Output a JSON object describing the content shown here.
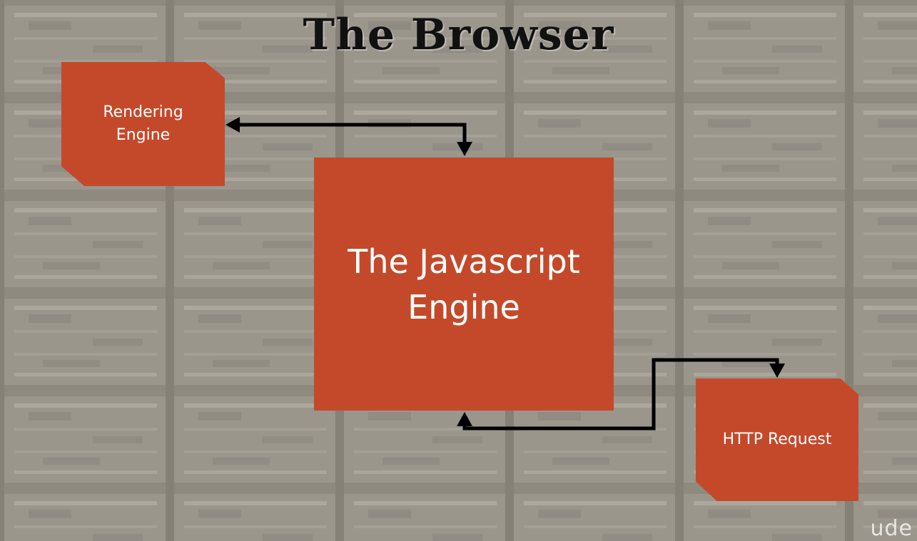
{
  "slide": {
    "title": "The Browser",
    "background_color": "#8e8a80",
    "box_color": "#c4492a",
    "arrow_color": "#000000"
  },
  "nodes": {
    "rendering_engine": {
      "line1": "Rendering",
      "line2": "Engine"
    },
    "javascript_engine": {
      "line1": "The Javascript",
      "line2": "Engine"
    },
    "http_request": {
      "label": "HTTP Request"
    }
  },
  "edges": [
    {
      "from": "rendering_engine",
      "to": "javascript_engine",
      "direction": "bidirectional"
    },
    {
      "from": "javascript_engine",
      "to": "http_request",
      "direction": "bidirectional"
    }
  ],
  "watermark": "ude"
}
